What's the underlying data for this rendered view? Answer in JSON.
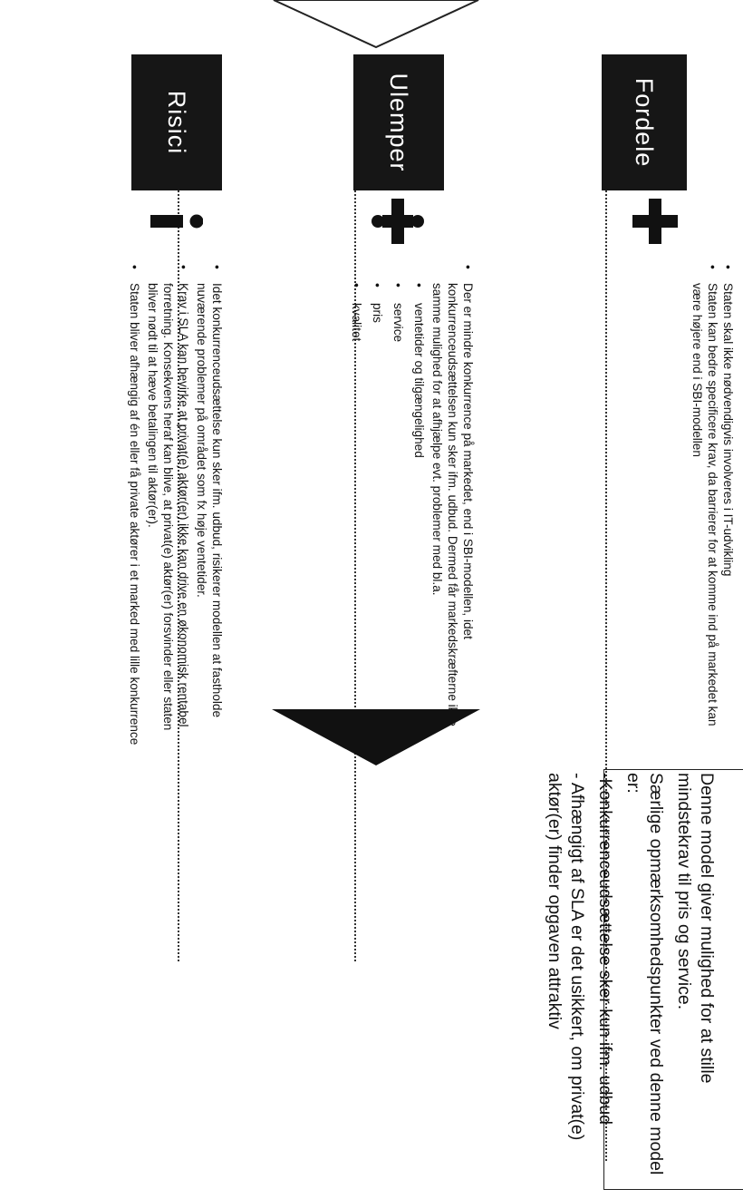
{
  "columns": {
    "fordele": {
      "title": "Fordele",
      "icon": "plus-icon",
      "bullets": [
        "Staten skal ikke nødvendigvis involveres i IT-udvikling",
        "Staten kan bedre specificere krav, da barrierer for at komme ind på markedet kan være højere end i SBI-modellen"
      ]
    },
    "ulemper": {
      "title": "Ulemper",
      "icon": "divide-icon",
      "bullet": "Der er mindre konkurrence på markedet, end i SBI-modellen, idet konkurrenceudsættelsen kun sker ifm. udbud. Dermed får markedskræfterne ikke samme mulighed for at afhjælpe evt. problemer med bl.a.",
      "sub_bullets": [
        "ventetider og tilgængelighed",
        "service",
        "pris",
        "kvalitet"
      ]
    },
    "risici": {
      "title": "Risici",
      "icon": "exclamation-icon",
      "bullets": [
        "Idet konkurrenceudsættelse kun sker ifm. udbud, risikerer modellen at fastholde nuværende problemer på området som fx høje ventetider.",
        "Krav i SLA kan bevirke at privat(e) aktør(er) ikke kan drive en økonomisk rentabel forretning. Konsekvens heraf kan blive, at privat(e) aktør(er) forsvinder eller staten bliver nødt til at hæve betalingen til aktør(er).",
        "Staten bliver afhængig af én eller få private aktører i et marked med lille konkurrence"
      ]
    }
  },
  "conclusion": {
    "paragraphs": [
      "Denne model giver mulighed for at stille mindstekrav til pris og service.",
      "Særlige opmærksomhedspunkter ved denne model er:",
      "-Konkurrenceudsættelse sker kun ifm. udbud",
      "- Afhængigt af SLA er det usikkert, om privat(e) aktør(er) finder opgaven attraktiv"
    ]
  },
  "colors": {
    "header_bg": "#161616",
    "header_text": "#ffffff",
    "icon": "#111111"
  }
}
